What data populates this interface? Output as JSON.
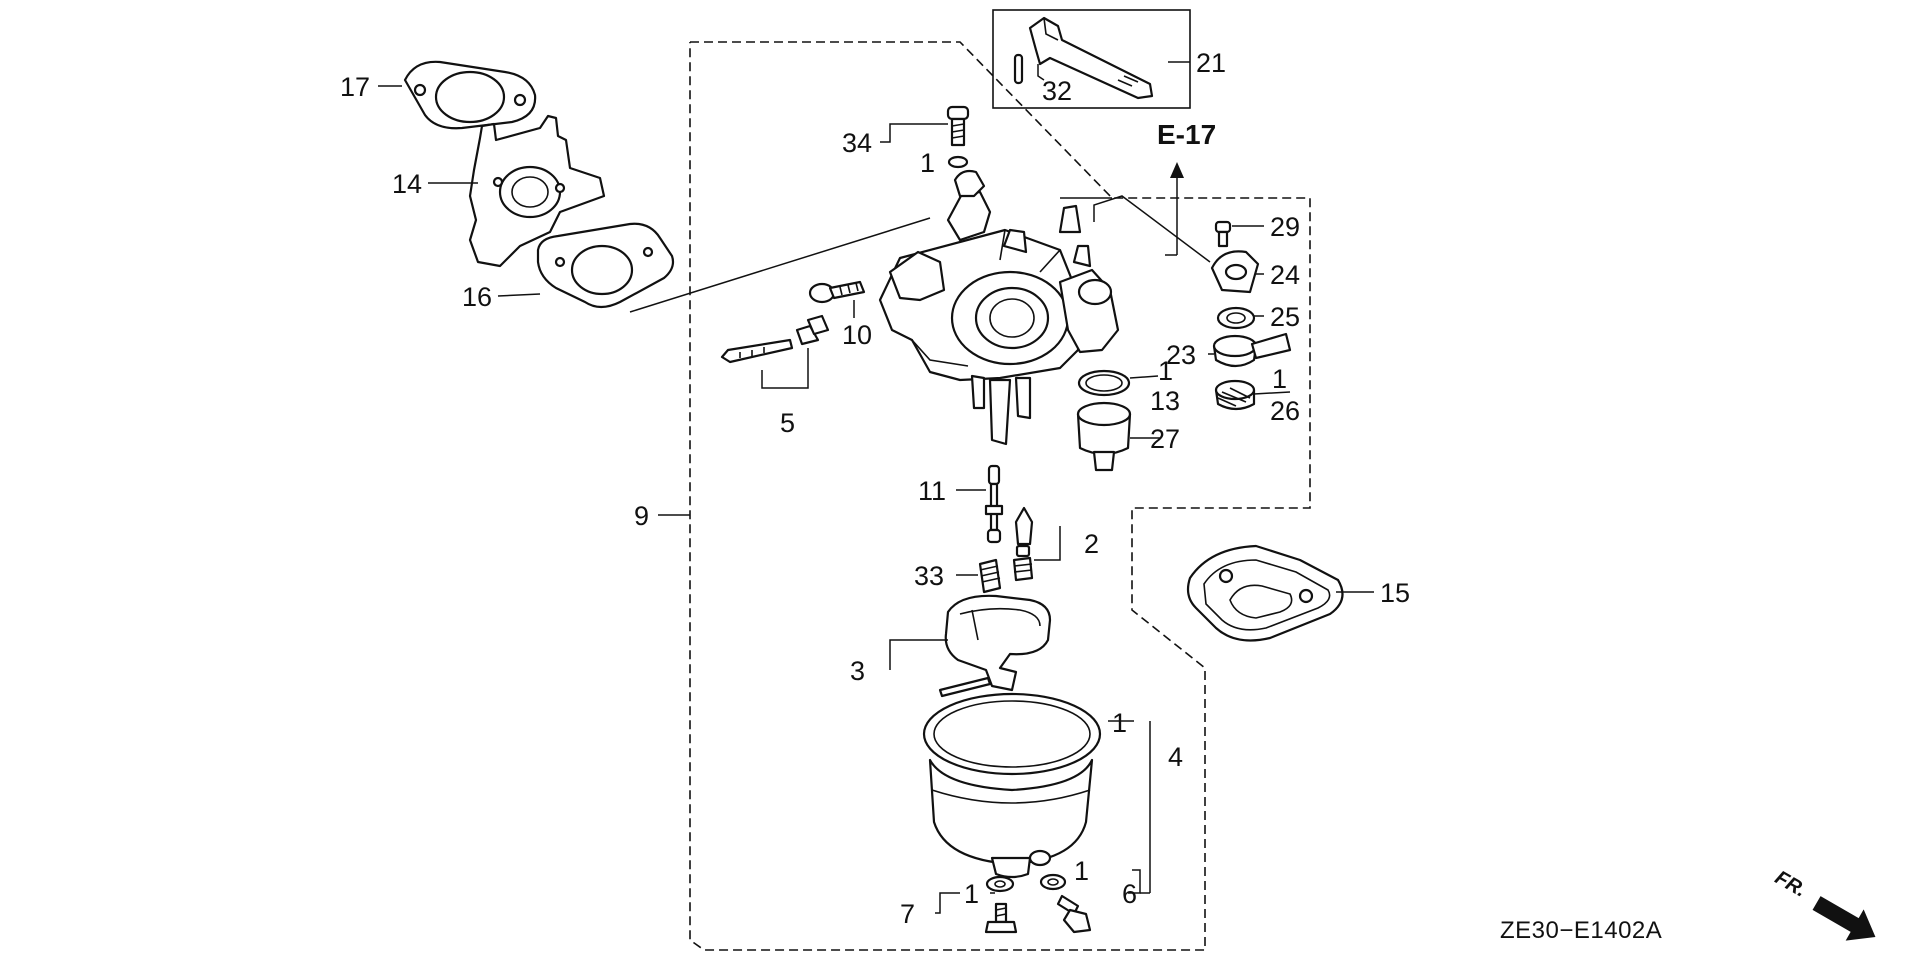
{
  "diagram": {
    "ref_code": "ZE30−E1402A",
    "ref_label": "E-17",
    "direction_label": "FR.",
    "callouts": {
      "p1": "1",
      "p2": "2",
      "p3": "3",
      "p4": "4",
      "p5": "5",
      "p6": "6",
      "p7": "7",
      "p9": "9",
      "p10": "10",
      "p11": "11",
      "p13": "13",
      "p14": "14",
      "p15": "15",
      "p16": "16",
      "p17": "17",
      "p21": "21",
      "p23": "23",
      "p24": "24",
      "p25": "25",
      "p26": "26",
      "p27": "27",
      "p29": "29",
      "p32": "32",
      "p33": "33",
      "p34": "34"
    }
  }
}
